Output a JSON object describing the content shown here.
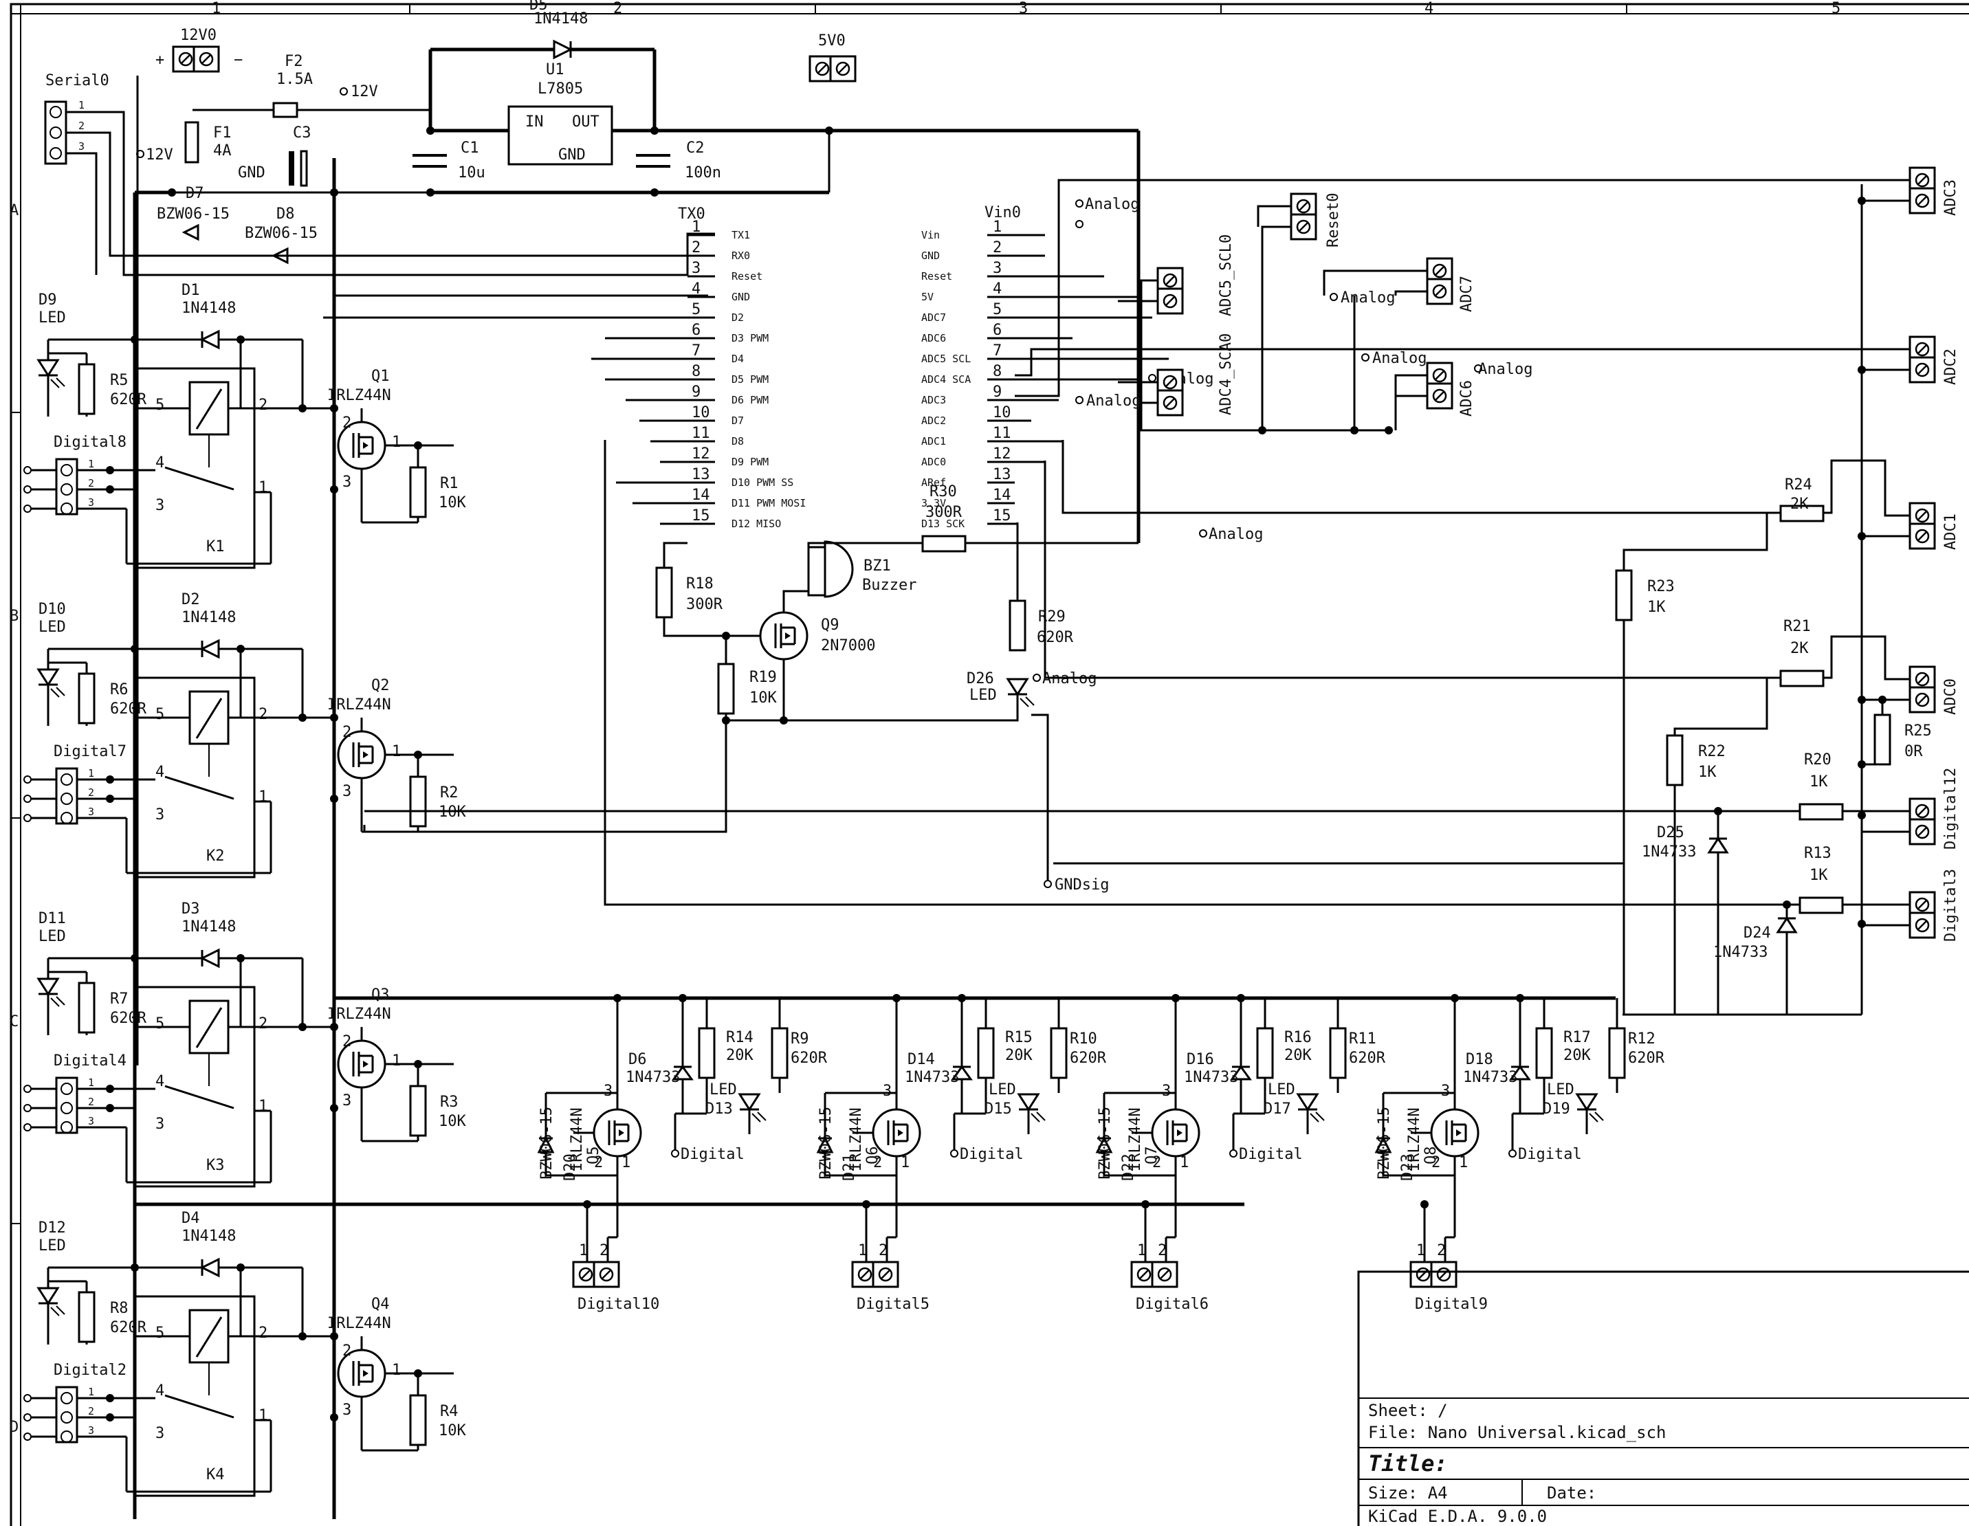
{
  "frame": {
    "columns": [
      "1",
      "2",
      "3",
      "4",
      "5"
    ],
    "rows": [
      "A",
      "B",
      "C",
      "D"
    ]
  },
  "title_block": {
    "sheet_line": "Sheet: /",
    "file_line": "File: Nano Universal.kicad_sch",
    "title_label": "Title:",
    "size_line": "Size: A4",
    "date_line": "Date:",
    "tool_line": "KiCad E.D.A. 9.0.0"
  },
  "power": {
    "supply_in": {
      "ref": "12V0",
      "plus": "+",
      "minus": "−"
    },
    "fuse_main": {
      "ref": "F2",
      "value": "1.5A"
    },
    "fuse_aux": {
      "ref": "F1",
      "value": "4A"
    },
    "net_12v_a": "12V",
    "net_12v_b": "12V",
    "net_gnd": "GND",
    "cap_bulk": {
      "ref": "C3"
    },
    "regulator": {
      "ref": "U1",
      "value": "L7805",
      "pin_in": "IN",
      "pin_out": "OUT",
      "pin_gnd": "GND"
    },
    "diode_bypass": {
      "ref": "D5",
      "value": "1N4148"
    },
    "cap_in": {
      "ref": "C1",
      "value": "10u"
    },
    "cap_out": {
      "ref": "C2",
      "value": "100n"
    },
    "out_connector": "5V0",
    "tvs_a": {
      "ref": "D7",
      "value": "BZW06-15"
    },
    "tvs_b": {
      "ref": "D8",
      "value": "BZW06-15"
    }
  },
  "serial": {
    "ref": "Serial0",
    "pins": [
      "1",
      "2",
      "3"
    ]
  },
  "nano": {
    "left_header": "TX0",
    "right_header": "Vin0",
    "left_pins": [
      "TX1",
      "RX0",
      "Reset",
      "GND",
      "D2",
      "D3 PWM",
      "D4",
      "D5 PWM",
      "D6 PWM",
      "D7",
      "D8",
      "D9 PWM",
      "D10 PWM SS",
      "D11 PWM MOSI",
      "D12 MISO"
    ],
    "right_pins": [
      "Vin",
      "GND",
      "Reset",
      "5V",
      "ADC7",
      "ADC6",
      "ADC5 SCL",
      "ADC4 SCA",
      "ADC3",
      "ADC2",
      "ADC1",
      "ADC0",
      "ARef",
      "3.3V",
      "D13 SCK"
    ],
    "pin_numbers": [
      "1",
      "2",
      "3",
      "4",
      "5",
      "6",
      "7",
      "8",
      "9",
      "10",
      "11",
      "12",
      "13",
      "14",
      "15"
    ]
  },
  "relay_channels": [
    {
      "led": "D9",
      "resistor": "R5",
      "r_value": "620R",
      "diode": "D1",
      "d_value": "1N4148",
      "mosfet": "Q1",
      "m_value": "IRLZ44N",
      "pulldown": "R1",
      "pd_value": "10K",
      "relay": "K1",
      "connector": "Digital8"
    },
    {
      "led": "D10",
      "resistor": "R6",
      "r_value": "620R",
      "diode": "D2",
      "d_value": "1N4148",
      "mosfet": "Q2",
      "m_value": "IRLZ44N",
      "pulldown": "R2",
      "pd_value": "10K",
      "relay": "K2",
      "connector": "Digital7"
    },
    {
      "led": "D11",
      "resistor": "R7",
      "r_value": "620R",
      "diode": "D3",
      "d_value": "1N4148",
      "mosfet": "Q3",
      "m_value": "IRLZ44N",
      "pulldown": "R3",
      "pd_value": "10K",
      "relay": "K3",
      "connector": "Digital4"
    },
    {
      "led": "D12",
      "resistor": "R8",
      "r_value": "620R",
      "diode": "D4",
      "d_value": "1N4148",
      "mosfet": "Q4",
      "m_value": "IRLZ44N",
      "pulldown": "R4",
      "pd_value": "10K",
      "relay": "K4",
      "connector": "Digital2"
    }
  ],
  "led_word": "LED",
  "mosfet_channels": [
    {
      "mosfet": "Q5",
      "tvs": "D20",
      "zener": "D6",
      "resistor": "R14",
      "led_r": "R9",
      "led": "D13",
      "connector": "Digital10"
    },
    {
      "mosfet": "Q6",
      "tvs": "D21",
      "zener": "D14",
      "resistor": "R15",
      "led_r": "R10",
      "led": "D15",
      "connector": "Digital5"
    },
    {
      "mosfet": "Q7",
      "tvs": "D22",
      "zener": "D16",
      "resistor": "R16",
      "led_r": "R11",
      "led": "D17",
      "connector": "Digital6"
    },
    {
      "mosfet": "Q8",
      "tvs": "D23",
      "zener": "D18",
      "resistor": "R17",
      "led_r": "R12",
      "led": "D19",
      "connector": "Digital9"
    }
  ],
  "mosfet_values": {
    "mosfet": "IRLZ44N",
    "tvs": "BZW06-15",
    "zener": "1N4733",
    "res20k": "20K",
    "res620": "620R",
    "digital_flag": "Digital"
  },
  "buzzer": {
    "ref": "BZ1",
    "value": "Buzzer",
    "driver": "Q9",
    "driver_value": "2N7000",
    "r_base": "R18",
    "r_base_value": "300R",
    "r_pull": "R19",
    "r_pull_value": "10K",
    "r_series": "R30",
    "r_series_value": "300R"
  },
  "status_led": {
    "ref": "D26",
    "value": "LED",
    "resistor": "R29",
    "r_value": "620R"
  },
  "analog_flag": "Analog",
  "gndsig_flag": "GNDsig",
  "adc_headers": [
    "ADC5_SCL0",
    "ADC4_SCA0",
    "ADC7",
    "ADC6",
    "Reset0"
  ],
  "adc_right": [
    {
      "connector": "ADC3"
    },
    {
      "connector": "ADC2"
    },
    {
      "connector": "ADC1",
      "resistor": "R24",
      "r_value": "2K",
      "shunt": "R23",
      "s_value": "1K"
    },
    {
      "connector": "ADC0",
      "resistor": "R21",
      "r_value": "2K",
      "shunt": "R22",
      "s_value": "1K",
      "bridge": "R25",
      "b_value": "0R"
    }
  ],
  "input_channels": [
    {
      "connector": "Digital12",
      "resistor": "R20",
      "r_value": "1K",
      "zener": "D25",
      "z_value": "1N4733"
    },
    {
      "connector": "Digital3",
      "resistor": "R13",
      "r_value": "1K",
      "zener": "D24",
      "z_value": "1N4733"
    }
  ]
}
